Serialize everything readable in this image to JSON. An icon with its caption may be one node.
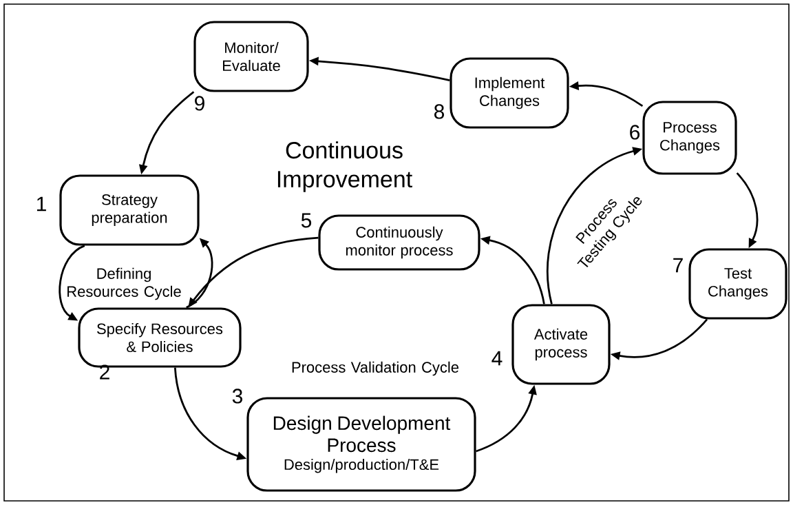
{
  "diagram": {
    "nodes": [
      {
        "text": [
          "Monitor/ Evaluate"
        ],
        "beside": [
          "9"
        ]
      },
      {
        "text": [
          "Implement Changes"
        ],
        "beside": [
          "8"
        ]
      },
      {
        "text": [
          "Process Changes"
        ],
        "beside": [
          "6"
        ]
      },
      {
        "text": [
          "Strategy preparation"
        ],
        "beside": [
          "1"
        ]
      },
      {
        "text": [
          "Continuously monitor process"
        ],
        "beside": [
          "5"
        ]
      },
      {
        "text": [
          "Test Changes"
        ],
        "beside": [
          "7"
        ]
      },
      {
        "text": [
          "Specify Resources & Policies"
        ],
        "beside": [
          "2"
        ]
      },
      {
        "text": [
          "Activate process"
        ],
        "beside": [
          "4"
        ]
      },
      {
        "text": [
          "Design Development Process",
          "Design/production/T&E"
        ],
        "beside": [
          "3"
        ]
      }
    ],
    "edges": [
      {
        "from": 1,
        "to": 0,
        "arrow": "to"
      },
      {
        "from": 2,
        "to": 1,
        "arrow": "to"
      },
      {
        "from": 0,
        "to": 3,
        "arrow": "to"
      },
      {
        "from": 3,
        "to": 6,
        "arrow": "to"
      },
      {
        "from": 6,
        "to": 3,
        "arrow": "to"
      },
      {
        "from": 6,
        "to": 8,
        "arrow": "to"
      },
      {
        "from": 8,
        "to": 7,
        "arrow": "to"
      },
      {
        "from": 7,
        "to": 4,
        "arrow": "to"
      },
      {
        "from": 4,
        "to": 6,
        "arrow": "to"
      },
      {
        "from": 7,
        "to": 2,
        "arrow": "to"
      },
      {
        "from": 2,
        "to": 5,
        "arrow": "to"
      },
      {
        "from": 5,
        "to": 7,
        "arrow": "to"
      }
    ],
    "labels": [
      "Continuous Improvement",
      "Defining Resources Cycle",
      "Process Validation Cycle",
      "Process Testing Cycle"
    ]
  }
}
